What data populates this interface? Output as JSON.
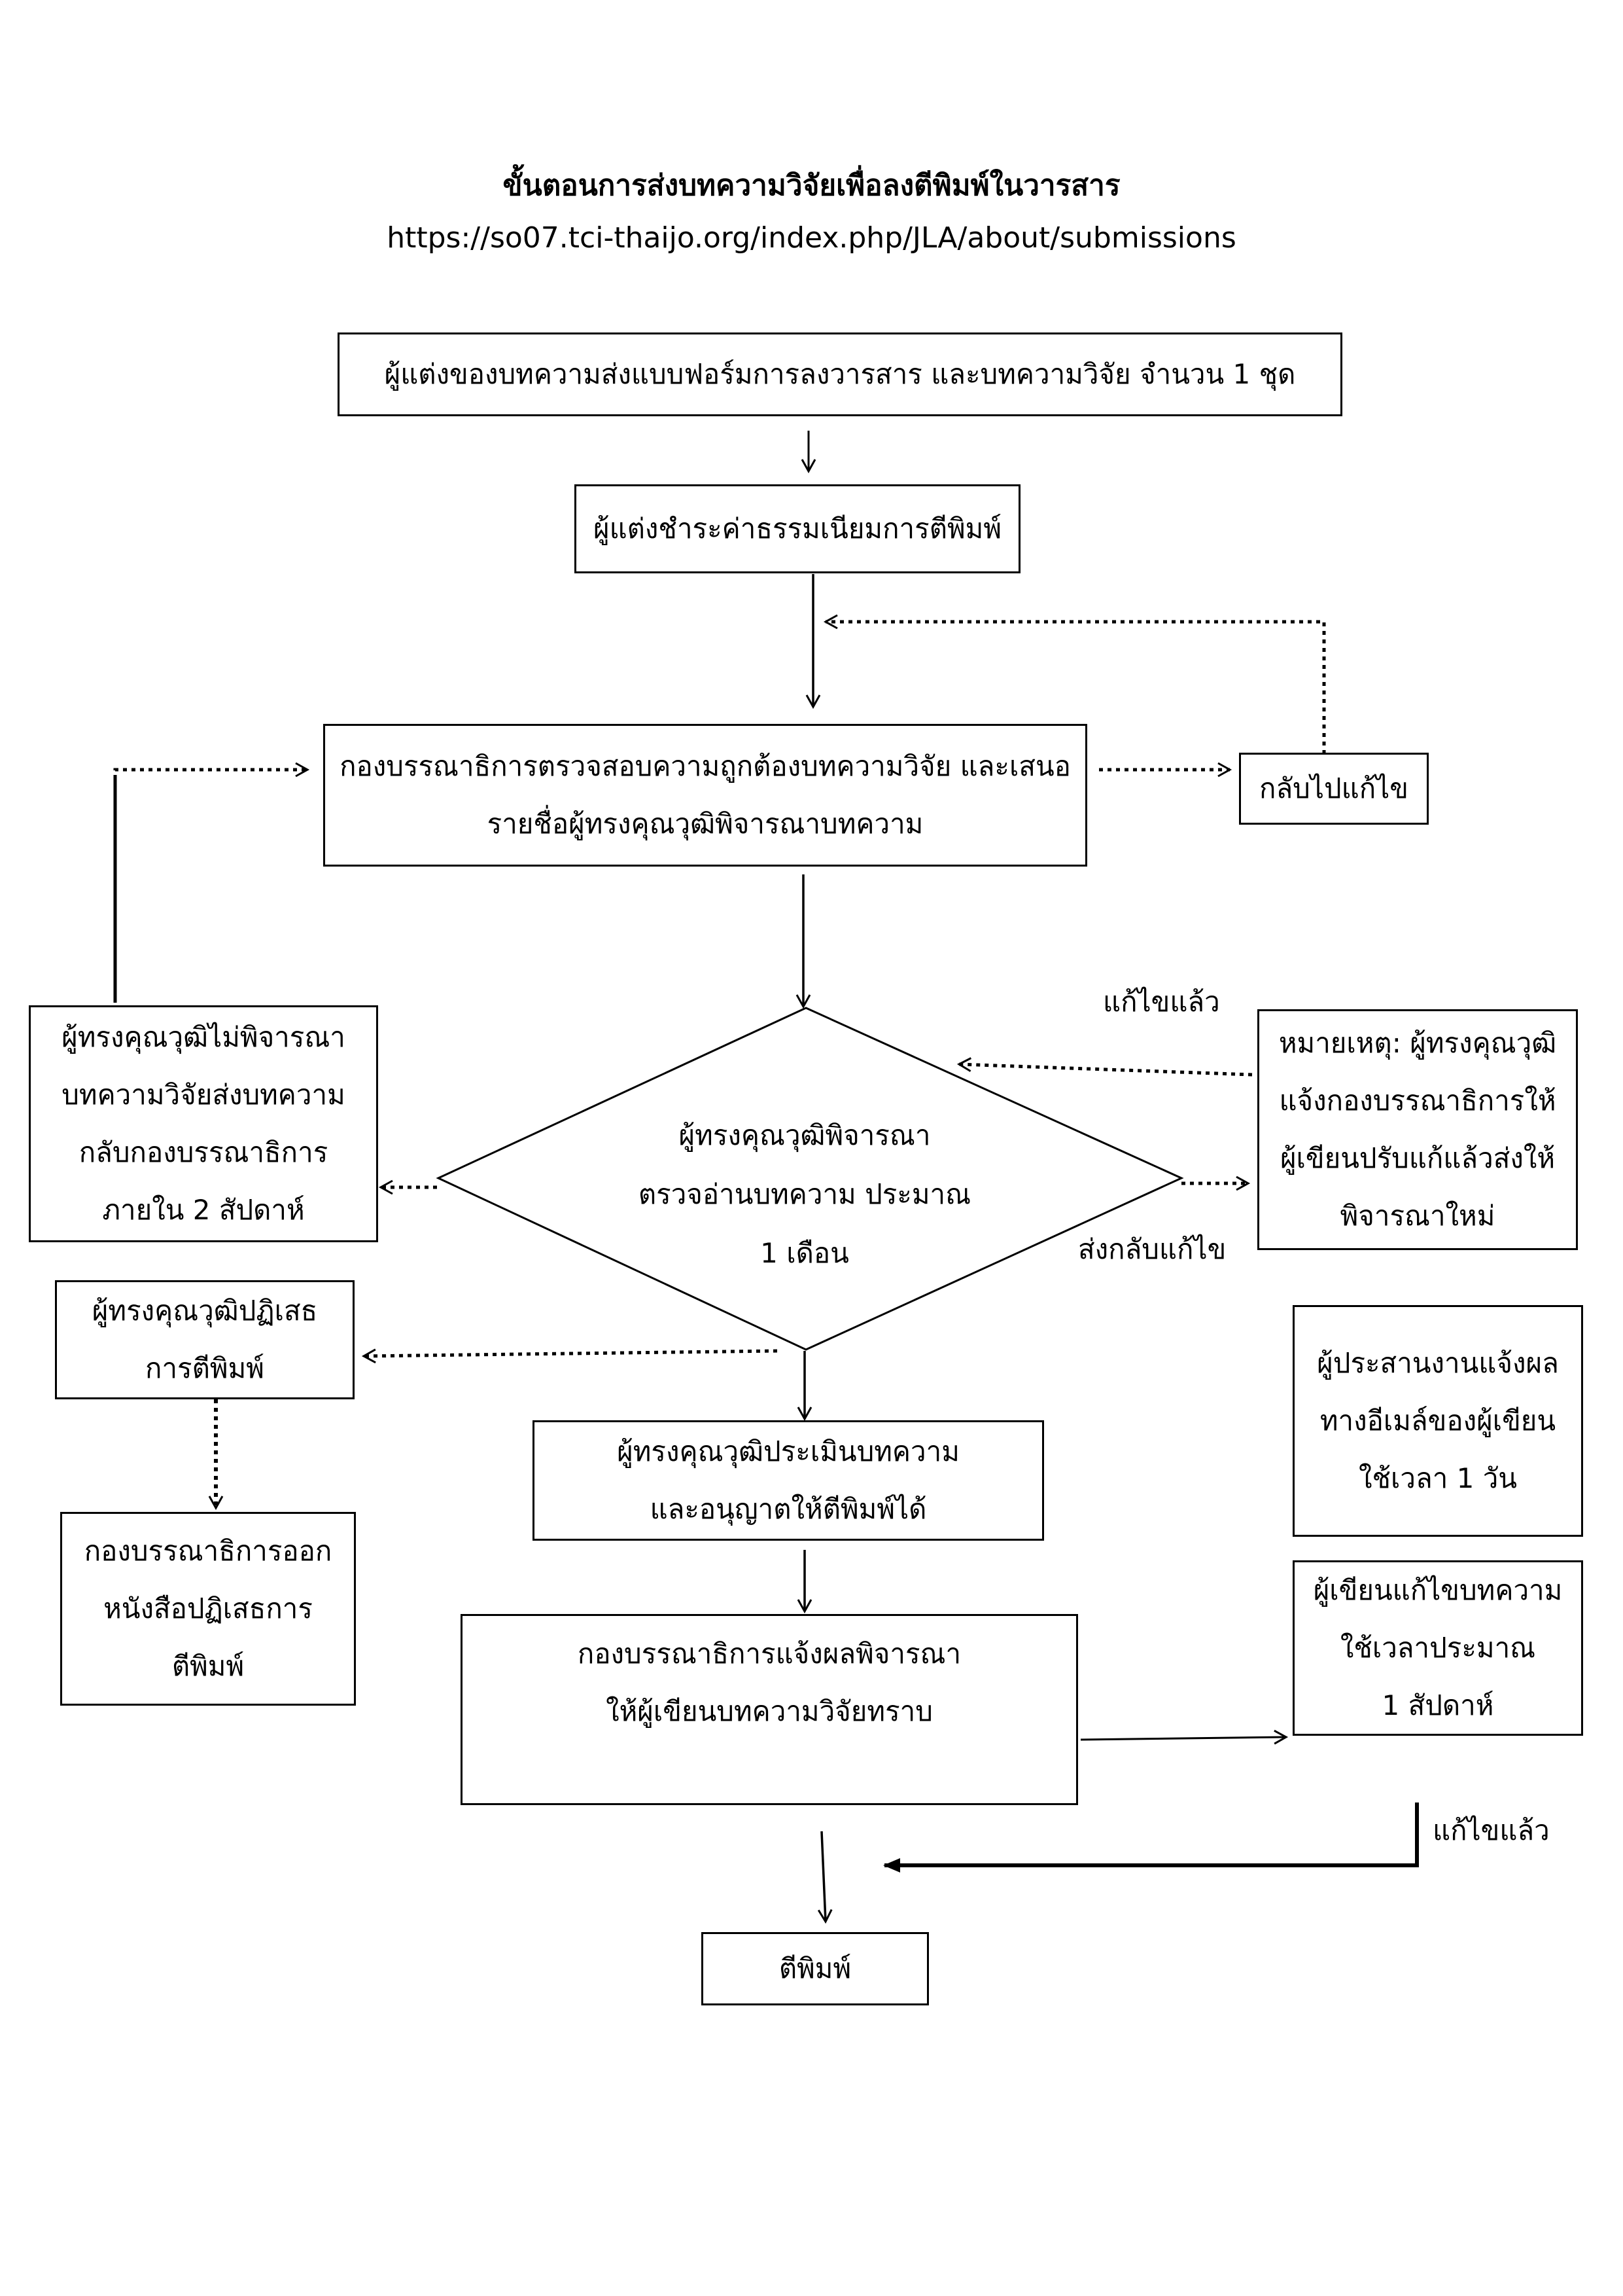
{
  "title": "ขั้นตอนการส่งบทความวิจัยเพื่อลงตีพิมพ์ในวารสาร",
  "url": "https://so07.tci-thaijo.org/index.php/JLA/about/submissions",
  "steps": {
    "submit": [
      "ผู้แต่งของบทความส่งแบบฟอร์มการลงวารสาร และบทความวิจัย จำนวน 1 ชุด"
    ],
    "fee": [
      "ผู้แต่งชำระค่าธรรมเนียมการตีพิมพ์"
    ],
    "editorial_check": [
      "กองบรรณาธิการตรวจสอบความถูกต้องบทความวิจัย และเสนอ",
      "รายชื่อผู้ทรงคุณวุฒิพิจารณาบทความ"
    ],
    "return_fix": [
      "กลับไปแก้ไข"
    ],
    "reviewer_consider": [
      "ผู้ทรงคุณวุฒิพิจารณา",
      "ตรวจอ่านบทความ ประมาณ",
      "1 เดือน"
    ],
    "not_considered": [
      "ผู้ทรงคุณวุฒิไม่พิจารณา",
      "บทความวิจัยส่งบทความ",
      "กลับกองบรรณาธิการ",
      "ภายใน 2 สัปดาห์"
    ],
    "note": [
      "หมายเหตุ: ผู้ทรงคุณวุฒิ",
      "แจ้งกองบรรณาธิการให้",
      "ผู้เขียนปรับแก้แล้วส่งให้",
      "พิจารณาใหม่"
    ],
    "rejected": [
      "ผู้ทรงคุณวุฒิปฏิเสธ",
      "การตีพิมพ์"
    ],
    "rejection_letter": [
      "กองบรรณาธิการออก",
      "หนังสือปฏิเสธการ",
      "ตีพิมพ์"
    ],
    "approved": [
      "ผู้ทรงคุณวุฒิประเมินบทความ",
      "และอนุญาตให้ตีพิมพ์ได้"
    ],
    "coordinator": [
      "ผู้ประสานงานแจ้งผล",
      "ทางอีเมล์ของผู้เขียน",
      "ใช้เวลา 1 วัน"
    ],
    "notify_author": [
      "กองบรรณาธิการแจ้งผลพิจารณา",
      "ให้ผู้เขียนบทความวิจัยทราบ"
    ],
    "author_revise": [
      "ผู้เขียนแก้ไขบทความ",
      "ใช้เวลาประมาณ",
      "1 สัปดาห์"
    ],
    "publish": [
      "ตีพิมพ์"
    ]
  },
  "labels": {
    "revised_1": "แก้ไขแล้ว",
    "send_back": "ส่งกลับแก้ไข",
    "revised_2": "แก้ไขแล้ว"
  }
}
